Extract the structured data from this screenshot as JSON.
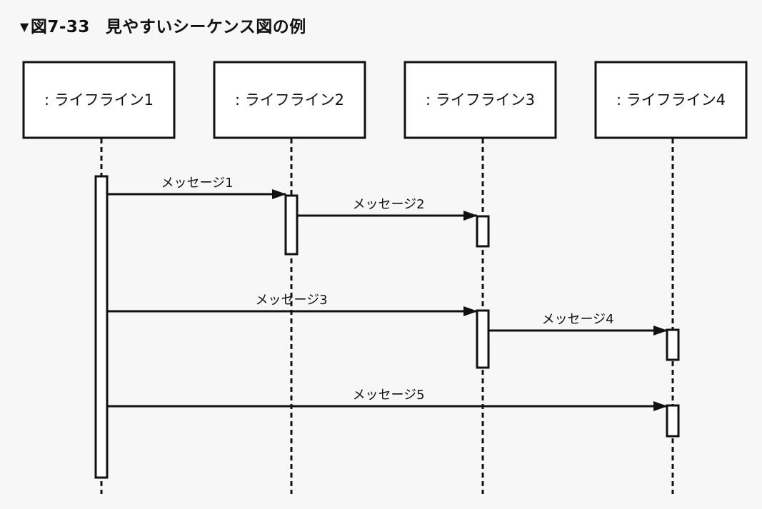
{
  "figure": {
    "marker": "▼",
    "number": "図7-33",
    "caption": "見やすいシーケンス図の例"
  },
  "lifelines": [
    {
      "name": ": ライフライン1"
    },
    {
      "name": ": ライフライン2"
    },
    {
      "name": ": ライフライン3"
    },
    {
      "name": ": ライフライン4"
    }
  ],
  "activations": [
    {
      "lifeline": 1,
      "span": "a1"
    },
    {
      "lifeline": 2,
      "span": "a2"
    },
    {
      "lifeline": 3,
      "span": "a3"
    },
    {
      "lifeline": 3,
      "span": "a4"
    },
    {
      "lifeline": 4,
      "span": "a5"
    },
    {
      "lifeline": 4,
      "span": "a6"
    }
  ],
  "messages": [
    {
      "label": "メッセージ1",
      "from": 1,
      "to": 2
    },
    {
      "label": "メッセージ2",
      "from": 2,
      "to": 3
    },
    {
      "label": "メッセージ3",
      "from": 1,
      "to": 3
    },
    {
      "label": "メッセージ4",
      "from": 3,
      "to": 4
    },
    {
      "label": "メッセージ5",
      "from": 1,
      "to": 4
    }
  ],
  "colors": {
    "line": "#111111",
    "box_fill": "#ffffff",
    "background": "#f7f7f7"
  }
}
